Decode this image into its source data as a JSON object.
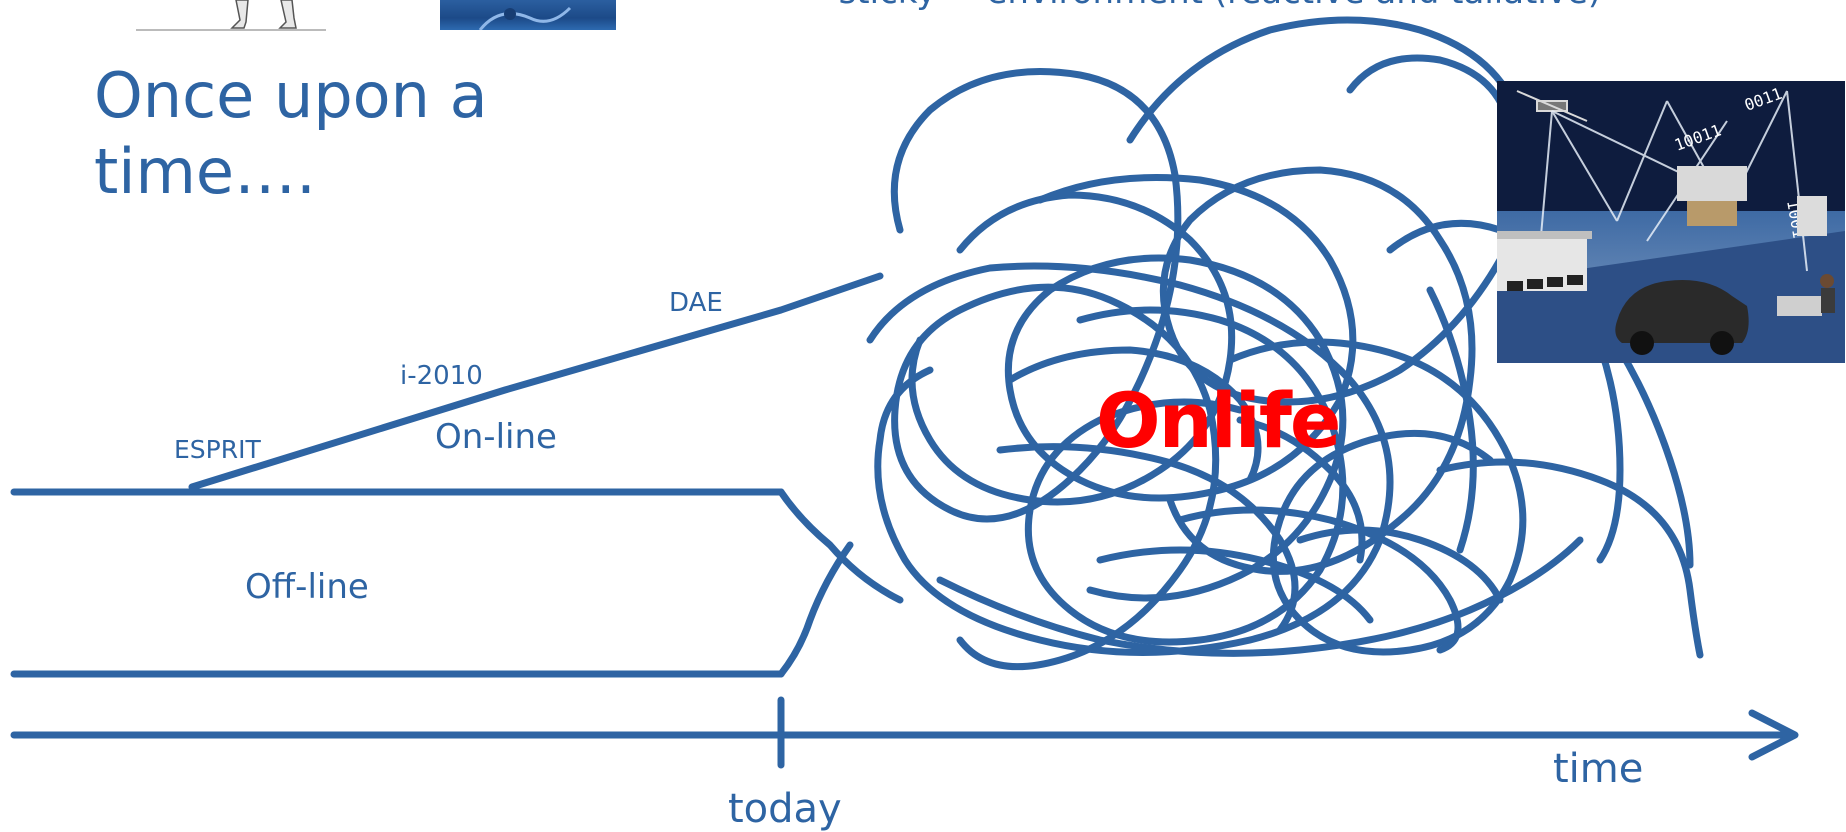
{
  "header": {
    "cropped_line": "→ → sticky → environment (reactive and tailative)"
  },
  "title": {
    "line1": "Once upon a",
    "line2": "time…."
  },
  "diagram": {
    "stroke_color": "#2E64A3",
    "accent_color": "#FF0000",
    "labels": {
      "esprit": "ESPRIT",
      "i2010": "i-2010",
      "dae": "DAE",
      "online": "On-line",
      "offline": "Off-line",
      "onlife": "Onlife",
      "today": "today",
      "time": "time"
    }
  },
  "images": {
    "runner": "runner-photo",
    "blue": "blue-photo",
    "network": "connected-city-network-illustration"
  }
}
